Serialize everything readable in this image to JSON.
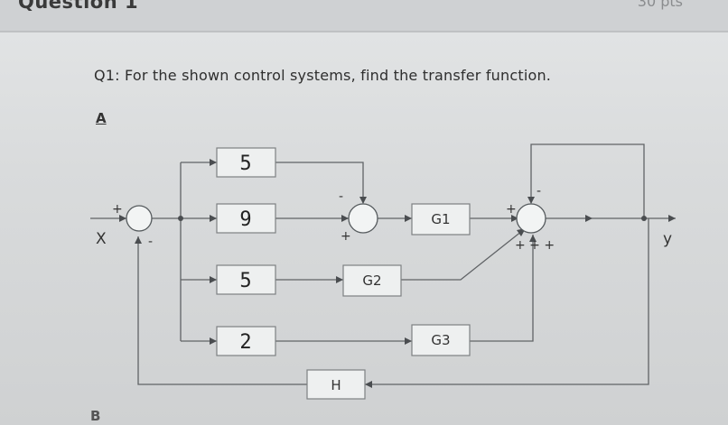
{
  "header": {
    "title": "Question 1",
    "points": "30 pts"
  },
  "question": {
    "text": "Q1: For the shown control systems, find the transfer function."
  },
  "parts": {
    "a": "A",
    "b": "B"
  },
  "diagram": {
    "input_label": "X",
    "output_label": "y",
    "blocks": {
      "k1": "5",
      "k2": "9",
      "k3": "5",
      "k4": "2",
      "g1": "G1",
      "g2": "G2",
      "g3": "G3",
      "h": "H"
    },
    "signs": {
      "s1_in": "+",
      "s1_fb": "-",
      "s2_top": "-",
      "s2_bottom": "+",
      "s3_left": "+",
      "s3_top": "-",
      "s3_bottom": "+ + +"
    }
  }
}
